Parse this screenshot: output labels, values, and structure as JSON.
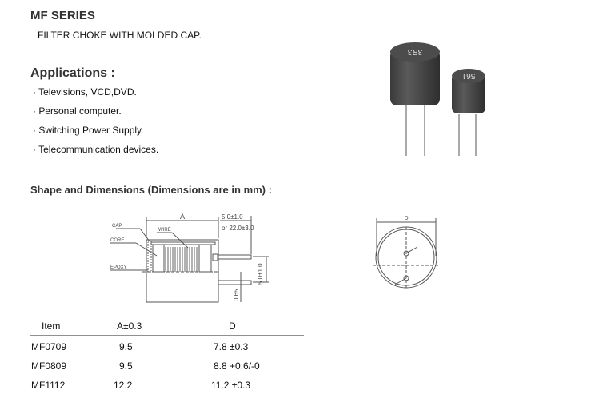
{
  "title": "MF SERIES",
  "subtitle": "FILTER CHOKE WITH MOLDED CAP.",
  "applications": {
    "heading": "Applications :",
    "items": [
      "· Televisions, VCD,DVD.",
      "· Personal computer.",
      "· Switching Power Supply.",
      "· Telecommunication devices."
    ]
  },
  "shape_heading": "Shape and Dimensions (Dimensions are in mm) :",
  "drawing": {
    "cap": "CAP",
    "core": "CORE",
    "epoxy": "EPOXY",
    "wire": "WIRE",
    "a": "A",
    "lead1": "5.0±1.0",
    "lead2": "or 22.0±3.0",
    "pitch": "5.0±1.0",
    "offset": "0.65",
    "d": "D"
  },
  "photo": {
    "marking_large": "3R3",
    "marking_small": "561"
  },
  "table": {
    "headers": [
      "Item",
      "A±0.3",
      "D"
    ],
    "rows": [
      [
        "MF0709",
        "9.5",
        "7.8 ±0.3"
      ],
      [
        "MF0809",
        "9.5",
        "8.8 +0.6/-0"
      ],
      [
        "MF1112",
        "12.2",
        "11.2 ±0.3"
      ]
    ]
  }
}
